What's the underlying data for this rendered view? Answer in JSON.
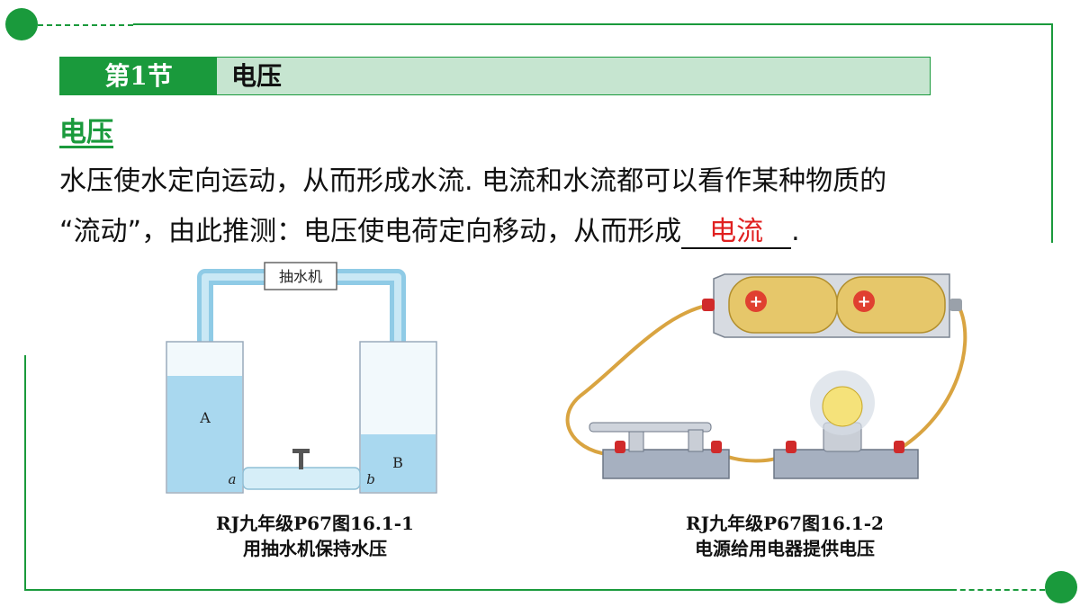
{
  "header": {
    "section_tag": "第1节",
    "title": "电压"
  },
  "section": {
    "heading": "电压"
  },
  "body": {
    "line1": "水压使水定向运动，从而形成水流. 电流和水流都可以看作某种物质的",
    "line2_prefix": "“流动”，由此推测：电压使电荷定向移动，从而形成",
    "answer": "电流",
    "line2_suffix": "."
  },
  "figure1": {
    "pump_label": "抽水机",
    "label_a_big": "A",
    "label_b_big": "B",
    "label_a_small": "a",
    "label_b_small": "b",
    "caption_line1": "RJ九年级P67图16.1-1",
    "caption_line2": "用抽水机保持水压"
  },
  "figure2": {
    "caption_line1": "RJ九年级P67图16.1-2",
    "caption_line2": "电源给用电器提供电压"
  },
  "colors": {
    "accent": "#1a9a3c",
    "header_bg": "#c6e5d0",
    "answer": "#e02020"
  }
}
